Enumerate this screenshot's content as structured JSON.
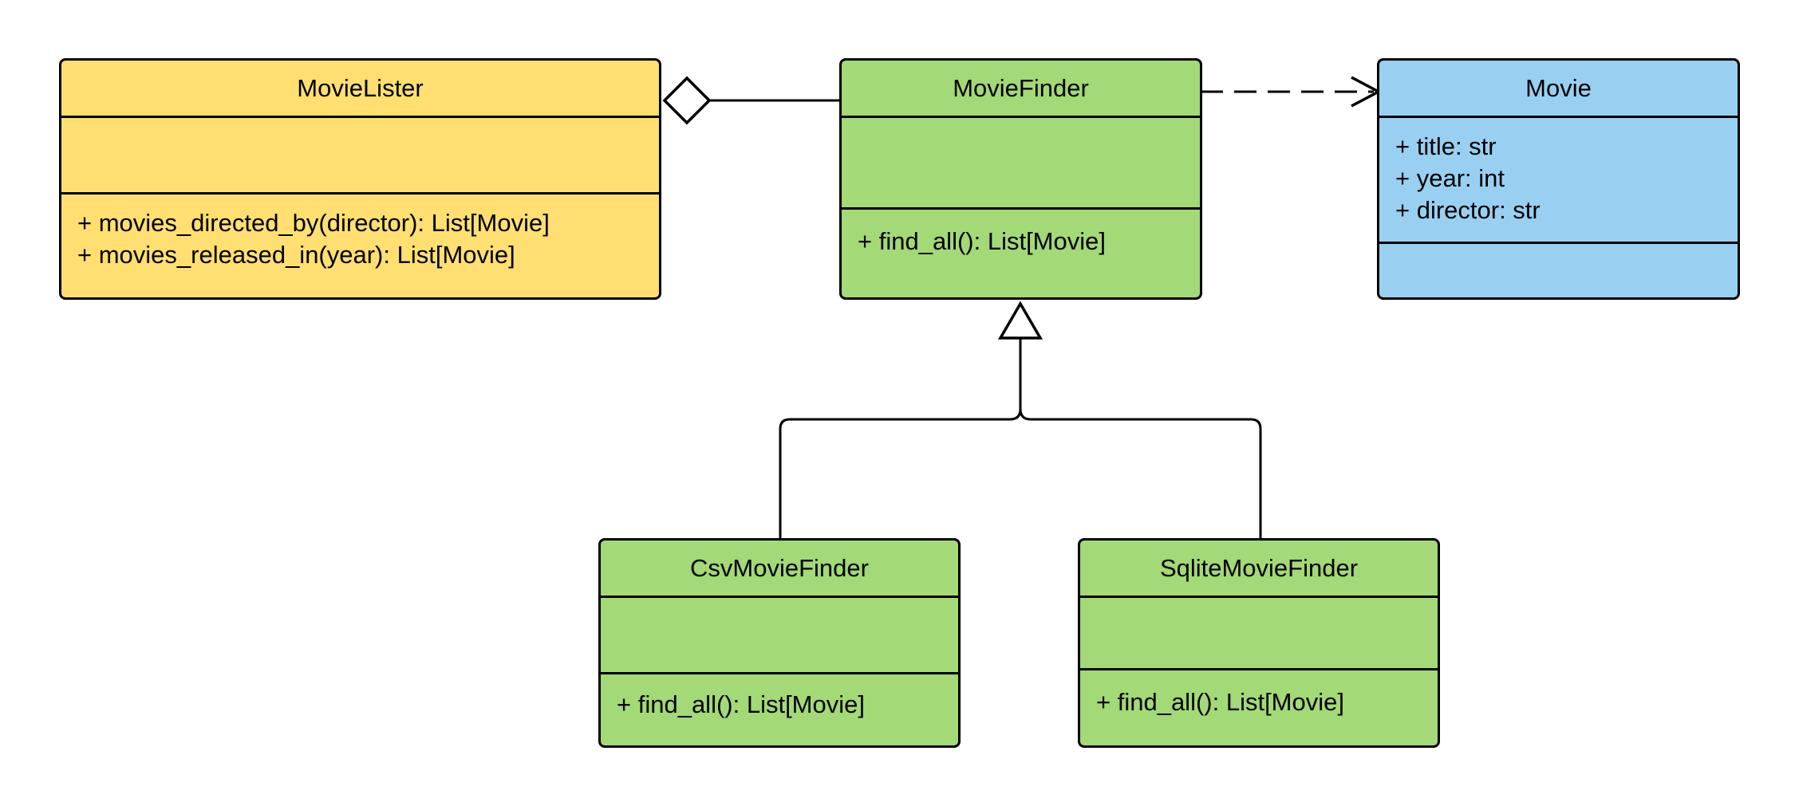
{
  "colors": {
    "lister_fill": "#FFDF71",
    "finder_fill": "#A3D977",
    "movie_fill": "#99D0F2",
    "stroke": "#000000"
  },
  "classes": {
    "movie_lister": {
      "name": "MovieLister",
      "attributes": [],
      "operations": [
        "+ movies_directed_by(director): List[Movie]",
        "+ movies_released_in(year): List[Movie]"
      ]
    },
    "movie_finder": {
      "name": "MovieFinder",
      "attributes": [],
      "operations": [
        "+ find_all(): List[Movie]"
      ]
    },
    "movie": {
      "name": "Movie",
      "attributes": [
        "+ title: str",
        "+ year: int",
        "+ director: str"
      ],
      "operations": []
    },
    "csv_movie_finder": {
      "name": "CsvMovieFinder",
      "attributes": [],
      "operations": [
        "+ find_all(): List[Movie]"
      ]
    },
    "sqlite_movie_finder": {
      "name": "SqliteMovieFinder",
      "attributes": [],
      "operations": [
        "+ find_all(): List[Movie]"
      ]
    }
  },
  "relationships": [
    {
      "type": "aggregation",
      "whole": "MovieLister",
      "part": "MovieFinder"
    },
    {
      "type": "dependency",
      "from": "MovieFinder",
      "to": "Movie"
    },
    {
      "type": "generalization",
      "child": "CsvMovieFinder",
      "parent": "MovieFinder"
    },
    {
      "type": "generalization",
      "child": "SqliteMovieFinder",
      "parent": "MovieFinder"
    }
  ]
}
